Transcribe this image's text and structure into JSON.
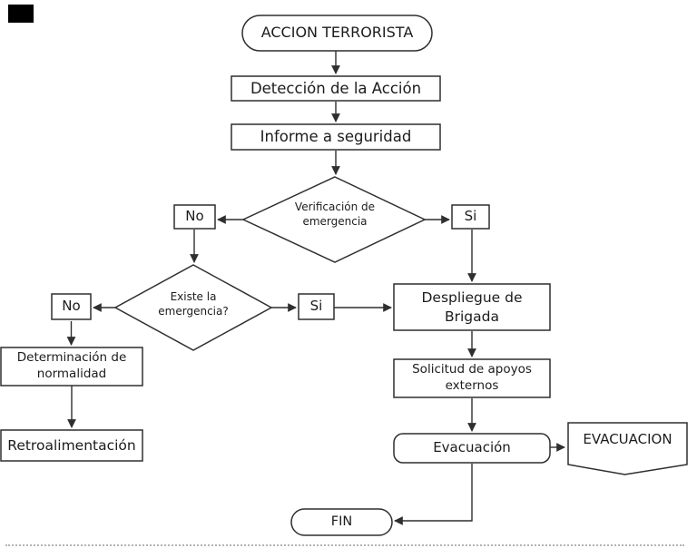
{
  "diagram": {
    "type": "flowchart",
    "topic": "ACCION TERRORISTA",
    "nodes": {
      "start": {
        "type": "terminator",
        "label": "ACCION TERRORISTA"
      },
      "deteccion": {
        "type": "process",
        "label": "Detección de la Acción"
      },
      "informe": {
        "type": "process",
        "label": "Informe a seguridad"
      },
      "verificacion": {
        "type": "decision",
        "label": "Verificación de\nemergencia"
      },
      "no1": {
        "type": "branch-label",
        "label": "No"
      },
      "si1": {
        "type": "branch-label",
        "label": "Si"
      },
      "existe": {
        "type": "decision",
        "label": "Existe la\nemergencia?"
      },
      "no2": {
        "type": "branch-label",
        "label": "No"
      },
      "si2": {
        "type": "branch-label",
        "label": "Si"
      },
      "despliegue": {
        "type": "process",
        "label": "Despliegue de\nBrigada"
      },
      "solicitud": {
        "type": "process",
        "label": "Solicitud de apoyos\nexternos"
      },
      "evacuacion": {
        "type": "process",
        "label": "Evacuación"
      },
      "evacuacion_salida": {
        "type": "off-page-connector",
        "label": "EVACUACION"
      },
      "determinacion": {
        "type": "process",
        "label": "Determinación de\nnormalidad"
      },
      "retroalimentacion": {
        "type": "process",
        "label": "Retroalimentación"
      },
      "fin": {
        "type": "terminator",
        "label": "FIN"
      }
    },
    "colors": {
      "background": "#ffffff",
      "node_fill": "#ffffff",
      "stroke": "#2f2f2f",
      "text": "#1c1c1c",
      "corner_mark": "#000000",
      "bottom_dotted_line": "#b3b3b3"
    }
  }
}
